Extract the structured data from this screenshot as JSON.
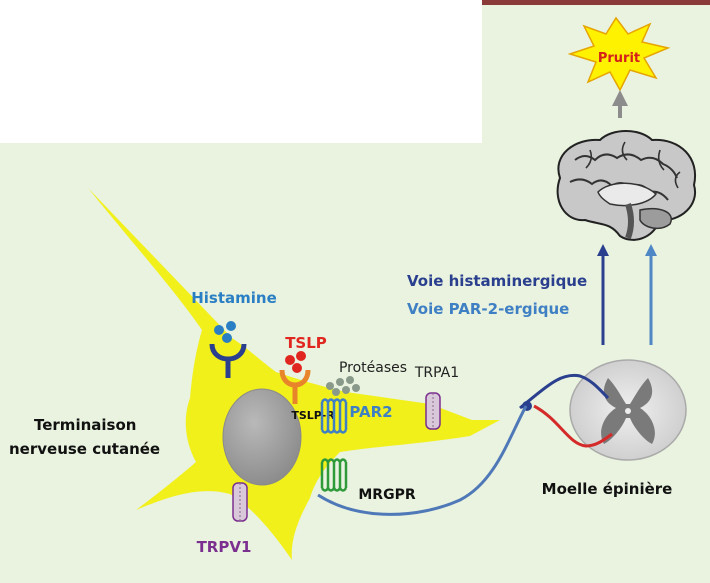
{
  "labels": {
    "prurit": "Prurit",
    "histamine": "Histamine",
    "tslp": "TSLP",
    "proteases": "Protéases",
    "trpa1": "TRPA1",
    "tslp_r": "TSLP-R",
    "par2": "PAR2",
    "mrgpr": "MRGPR",
    "trpv1": "TRPV1",
    "terminaison_line1": "Terminaison",
    "terminaison_line2": "nerveuse cutanée",
    "voie_histaminergique": "Voie histaminergique",
    "voie_par2": "Voie PAR-2-ergique",
    "moelle": "Moelle épinière"
  },
  "colors": {
    "background_panel": "#e9f3df",
    "top_bar": "#8b3a3a",
    "neuron": "#f2f01a",
    "nucleus": "#9a9a9a",
    "histamine_text": "#2a7fc4",
    "tslp_text": "#e0261f",
    "par2_text": "#3f7fc4",
    "trpv1_text": "#7b2f8f",
    "voie_histaminergique_text": "#2b3f8f",
    "voie_par2_text": "#3f7fc4",
    "prurit_star": "#fff200",
    "prurit_text": "#d4201a"
  }
}
